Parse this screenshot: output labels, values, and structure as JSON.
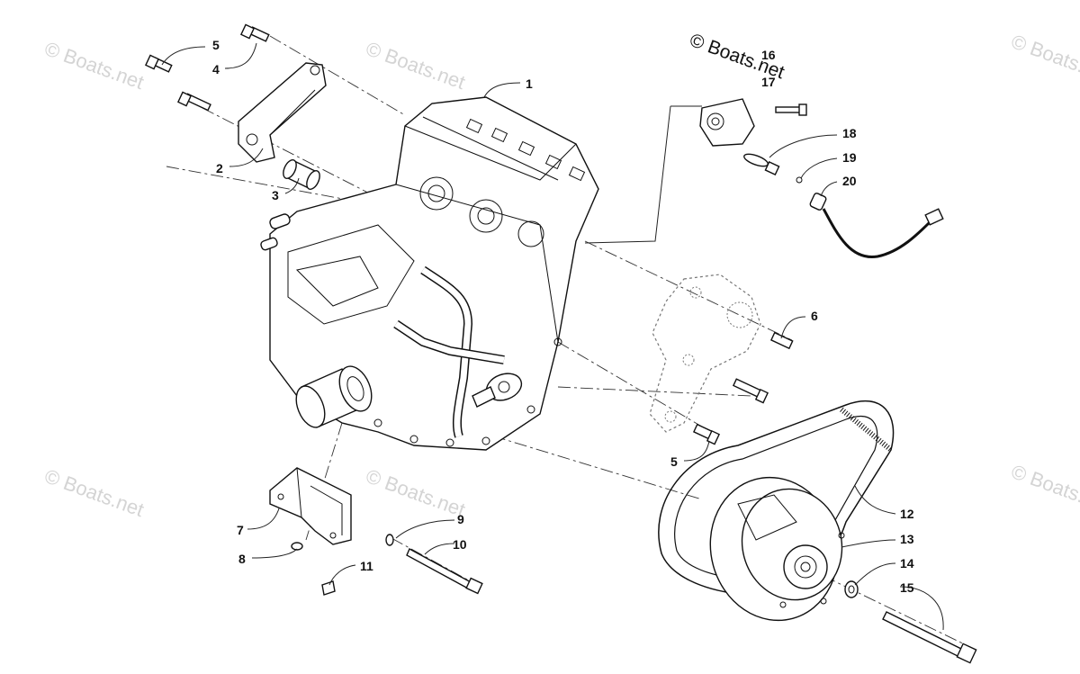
{
  "watermark": {
    "text": "© Boats.net",
    "copyright": "© Boats.net"
  },
  "callouts": {
    "c1": "1",
    "c2": "2",
    "c3": "3",
    "c4": "4",
    "c5a": "5",
    "c5b": "5",
    "c6": "6",
    "c7": "7",
    "c8": "8",
    "c9": "9",
    "c10": "10",
    "c11": "11",
    "c12": "12",
    "c13": "13",
    "c14": "14",
    "c15": "15",
    "c16": "16",
    "c17": "17",
    "c18": "18",
    "c19": "19",
    "c20": "20"
  }
}
